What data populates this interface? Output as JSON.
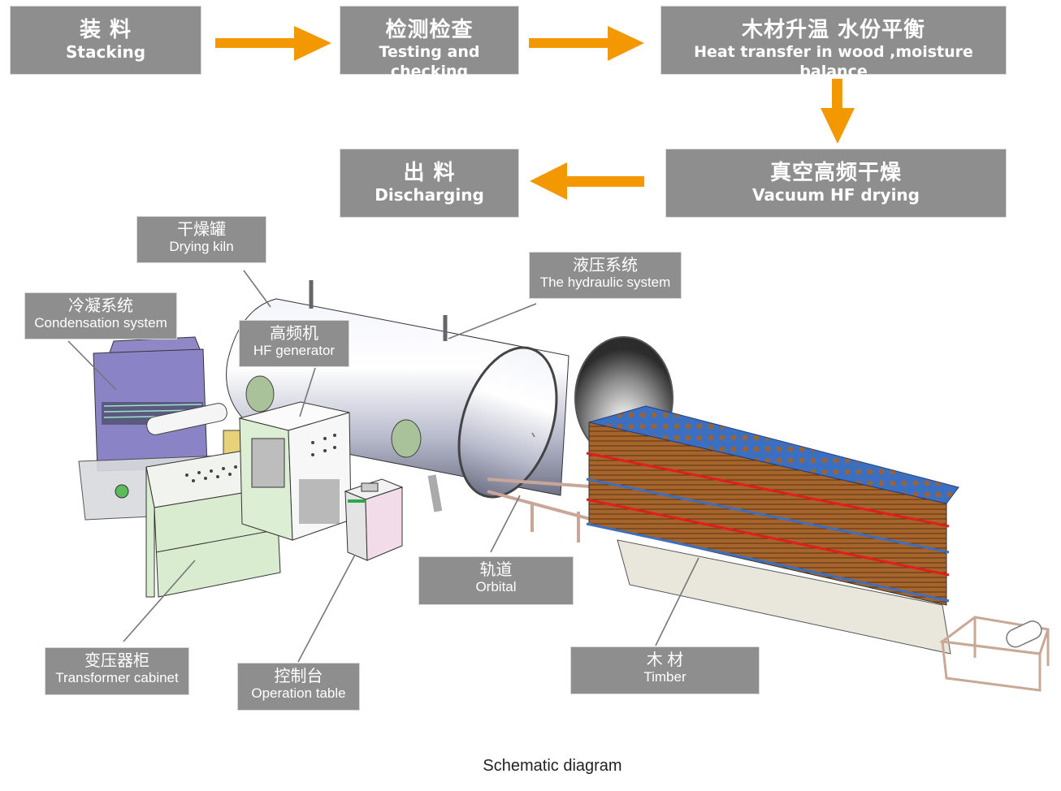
{
  "process_flow": {
    "arrow_color": "#f39800",
    "box_color": "#8e8e8e",
    "steps": [
      {
        "zh": "装 料",
        "en": "Stacking"
      },
      {
        "zh": "检测检查",
        "en": "Testing and checking"
      },
      {
        "zh": "木材升温 水份平衡",
        "en": "Heat transfer in wood ,moisture balance"
      },
      {
        "zh": "真空高频干燥",
        "en": "Vacuum HF drying"
      },
      {
        "zh": "出 料",
        "en": "Discharging"
      }
    ]
  },
  "callouts": {
    "drying_kiln": {
      "zh": "干燥罐",
      "en": "Drying kiln"
    },
    "condensation": {
      "zh": "冷凝系统",
      "en": "Condensation system"
    },
    "hf_generator": {
      "zh": "高频机",
      "en": "HF generator"
    },
    "hydraulic": {
      "zh": "液压系统",
      "en": "The hydraulic system"
    },
    "orbital": {
      "zh": "轨道",
      "en": "Orbital"
    },
    "transformer": {
      "zh": "变压器柜",
      "en": "Transformer cabinet"
    },
    "operation": {
      "zh": "控制台",
      "en": "Operation table"
    },
    "timber": {
      "zh": "木 材",
      "en": "Timber"
    }
  },
  "caption": "Schematic diagram"
}
